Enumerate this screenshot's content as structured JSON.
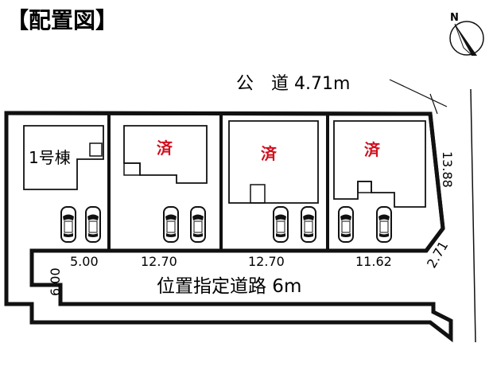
{
  "title": "【配置図】",
  "compass": {
    "north_label": "N",
    "icon": "north-arrow-icon"
  },
  "public_road_label": "公　道 4.71m",
  "designated_road_label": "位置指定道路 6m",
  "lots": [
    {
      "house_label": "1号棟",
      "status": ""
    },
    {
      "house_label": "",
      "status": "済"
    },
    {
      "house_label": "",
      "status": "済"
    },
    {
      "house_label": "",
      "status": "済"
    }
  ],
  "dimensions": {
    "frontage_1": "5.00",
    "frontage_2": "12.70",
    "frontage_3": "12.70",
    "frontage_4": "11.62",
    "side_right": "13.88",
    "corner_cut": "2.71",
    "left_end": "6.00"
  },
  "parking_per_lot": 2,
  "colors": {
    "sold": "#d0101e",
    "line": "#111111"
  }
}
